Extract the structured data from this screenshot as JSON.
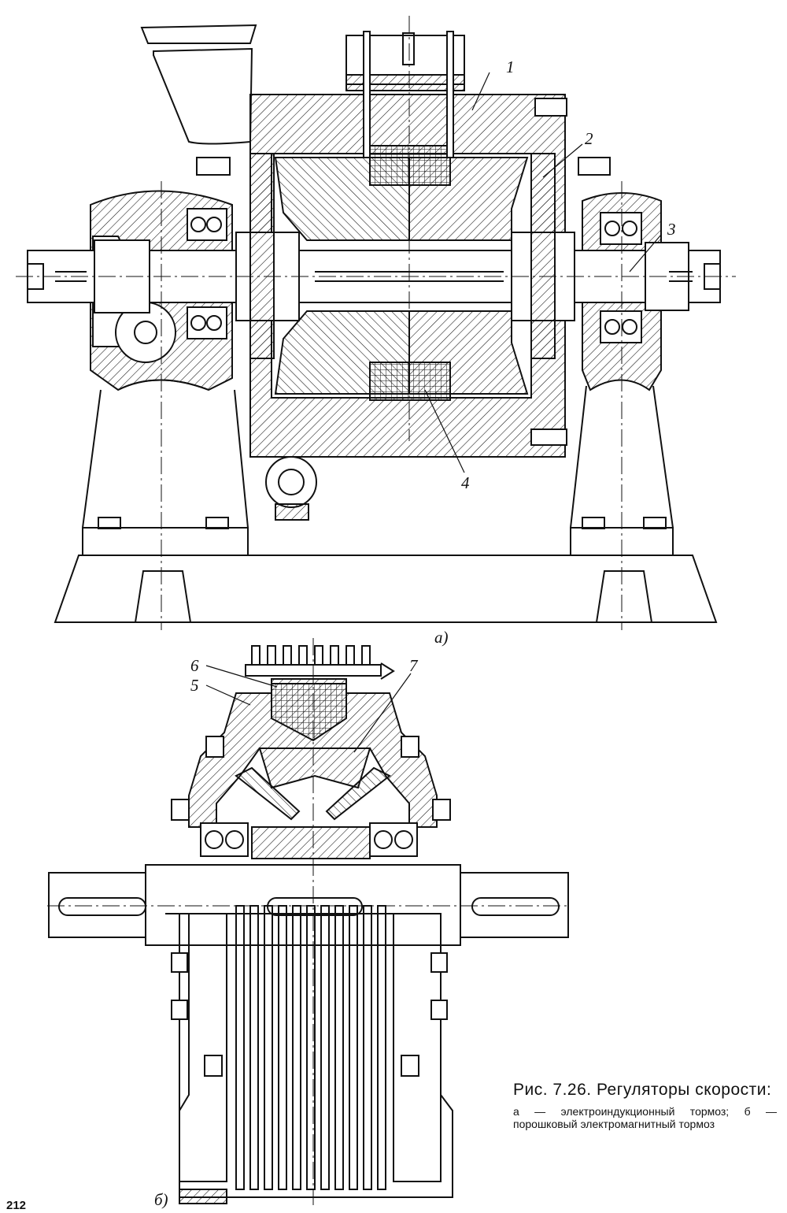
{
  "labels": {
    "part1": "1",
    "part2": "2",
    "part3": "3",
    "part4": "4",
    "part5": "5",
    "part6": "6",
    "part7": "7",
    "view_a": "a)",
    "view_b": "б)"
  },
  "caption": {
    "title": "Рис. 7.26. Регуляторы скорости:",
    "text": "а — электроиндукционный тормоз; б — порошковый электромагнитный тормоз"
  },
  "page_number": "212"
}
